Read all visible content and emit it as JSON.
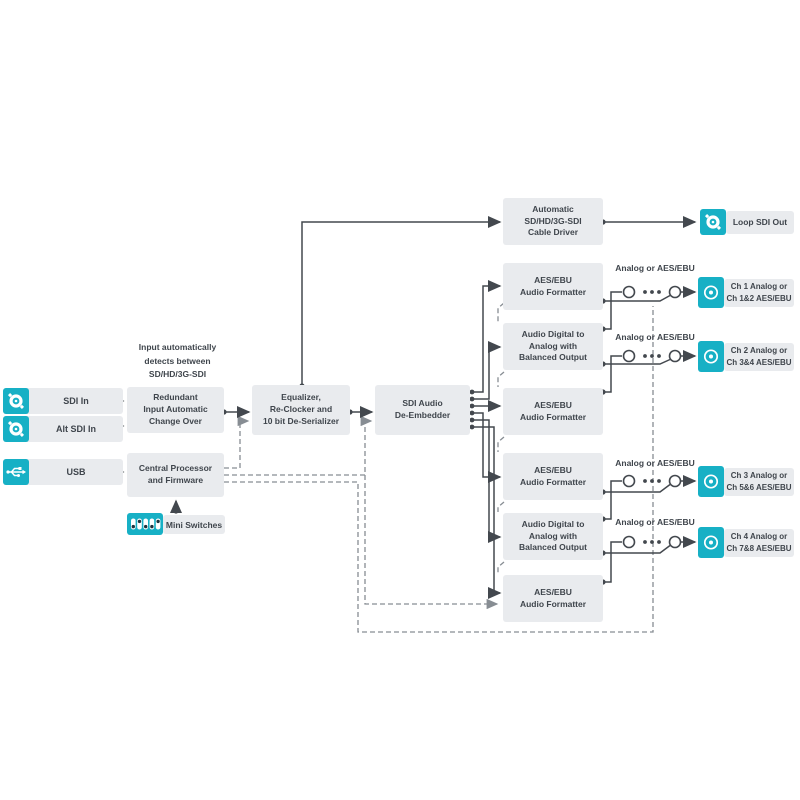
{
  "colors": {
    "accent_teal": "#17b0c5",
    "block_gray": "#e9ebee",
    "solid_line": "#43484e",
    "dashed_line": "#878d93",
    "text": "#3f454c"
  },
  "annotation": "Input automatically\ndetects between\nSD/HD/3G-SDI",
  "inputs": {
    "sdi_in": {
      "label": "SDI In",
      "icon": "bnc-connector-icon"
    },
    "alt_sdi_in": {
      "label": "Alt SDI In",
      "icon": "bnc-connector-icon"
    },
    "usb": {
      "label": "USB",
      "icon": "usb-icon"
    },
    "mini_switches": {
      "label": "Mini Switches",
      "icon": "dip-switches-icon"
    }
  },
  "blocks": {
    "redundant": "Redundant\nInput Automatic\nChange Over",
    "processor": "Central Processor\nand Firmware",
    "equalizer": "Equalizer,\nRe-Clocker and\n10 bit De-Serializer",
    "de_embedder": "SDI Audio\nDe-Embedder",
    "cable_driver": "Automatic\nSD/HD/3G-SDI\nCable Driver",
    "aes_formatter_1": "AES/EBU\nAudio Formatter",
    "dac_1": "Audio Digital to\nAnalog with\nBalanced Output",
    "aes_formatter_2": "AES/EBU\nAudio Formatter",
    "aes_formatter_3": "AES/EBU\nAudio Formatter",
    "dac_2": "Audio Digital to\nAnalog with\nBalanced Output",
    "aes_formatter_4": "AES/EBU\nAudio Formatter"
  },
  "switch_label": "Analog or AES/EBU",
  "outputs": {
    "loop_sdi": {
      "label": "Loop SDI Out",
      "icon": "bnc-connector-icon"
    },
    "ch1": {
      "label": "Ch 1 Analog or\nCh 1&2 AES/EBU",
      "icon": "audio-connector-icon"
    },
    "ch2": {
      "label": "Ch 2 Analog or\nCh 3&4 AES/EBU",
      "icon": "audio-connector-icon"
    },
    "ch3": {
      "label": "Ch 3 Analog or\nCh 5&6 AES/EBU",
      "icon": "audio-connector-icon"
    },
    "ch4": {
      "label": "Ch 4 Analog or\nCh 7&8 AES/EBU",
      "icon": "audio-connector-icon"
    }
  }
}
